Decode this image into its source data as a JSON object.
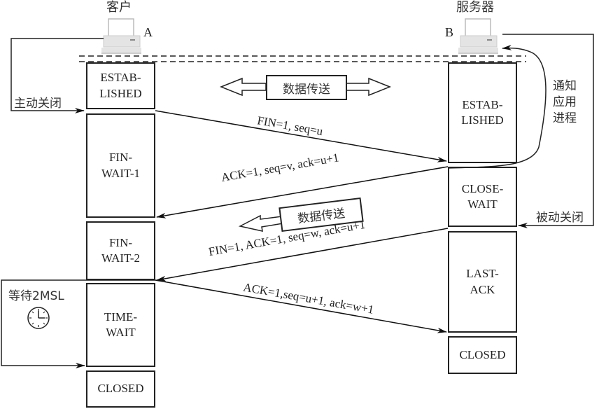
{
  "client": {
    "title": "客户",
    "label": "A"
  },
  "server": {
    "title": "服务器",
    "label": "B"
  },
  "annotations": {
    "active_close": "主动关闭",
    "passive_close": "被动关闭",
    "notify_app": "通知\n应用\n进程",
    "wait_2msl": "等待2MSL"
  },
  "data_transfer": {
    "top": "数据传送",
    "middle": "数据传送"
  },
  "client_states": [
    {
      "name": "ESTAB-\nLISHED"
    },
    {
      "name": "FIN-\nWAIT-1"
    },
    {
      "name": "FIN-\nWAIT-2"
    },
    {
      "name": "TIME-\nWAIT"
    },
    {
      "name": "CLOSED"
    }
  ],
  "server_states": [
    {
      "name": "ESTAB-\nLISHED"
    },
    {
      "name": "CLOSE-\nWAIT"
    },
    {
      "name": "LAST-\nACK"
    },
    {
      "name": "CLOSED"
    }
  ],
  "messages": [
    {
      "text": "FIN=1, seq=u",
      "direction": "A→B"
    },
    {
      "text": "ACK=1, seq=v, ack=u+1",
      "direction": "B→A"
    },
    {
      "text": "FIN=1, ACK=1, seq=w, ack=u+1",
      "direction": "B→A"
    },
    {
      "text": "ACK=1,seq=u+1, ack=w+1",
      "direction": "A→B"
    }
  ]
}
